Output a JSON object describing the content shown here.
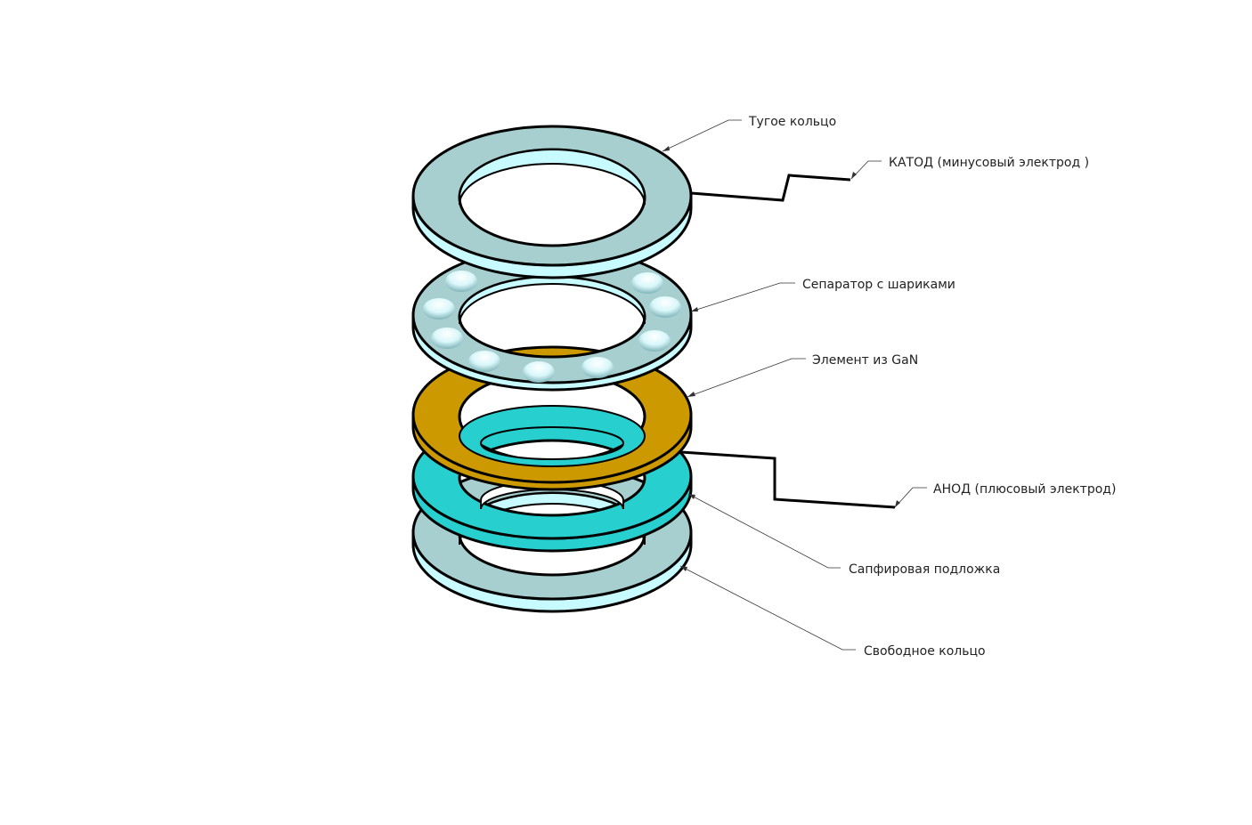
{
  "labels": {
    "tight_ring": "Тугое кольцо",
    "cathode": "КАТОД (минусовый электрод )",
    "separator": "Сепаратор с шариками",
    "gan_element": "Элемент из GaN",
    "anode": "АНОД (плюсовый электрод)",
    "sapphire": "Сапфировая подложка",
    "free_ring": "Свободное кольцо"
  },
  "colors": {
    "ring_face": "#a8cfcf",
    "ring_edge": "#c8fbff",
    "gan_face": "#cc9900",
    "sapphire_face": "#27cfcf",
    "ball": "#d8f7fa",
    "outline": "#000000"
  }
}
